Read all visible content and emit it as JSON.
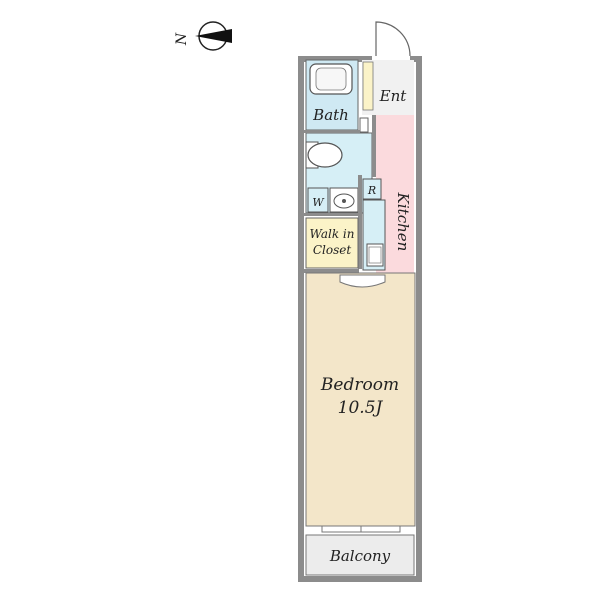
{
  "compass": {
    "label": "N"
  },
  "rooms": {
    "bath": {
      "label": "Bath"
    },
    "entrance": {
      "label": "Ent"
    },
    "kitchen": {
      "label": "Kitchen"
    },
    "washer": {
      "label": "W"
    },
    "refrigerator": {
      "label": "R"
    },
    "walk_in_closet": {
      "line1": "Walk in",
      "line2": "Closet"
    },
    "bedroom": {
      "label": "Bedroom",
      "size": "10.5J"
    },
    "balcony": {
      "label": "Balcony"
    }
  },
  "colors": {
    "wall": "#8c8c8c",
    "bath": "#cfe9f3",
    "washroom": "#d6eff6",
    "entrance": "#f1f1f1",
    "kitchen": "#fbdadd",
    "closet": "#fbf3c8",
    "bedroom": "#f3e6c9",
    "balcony": "#ececec"
  }
}
